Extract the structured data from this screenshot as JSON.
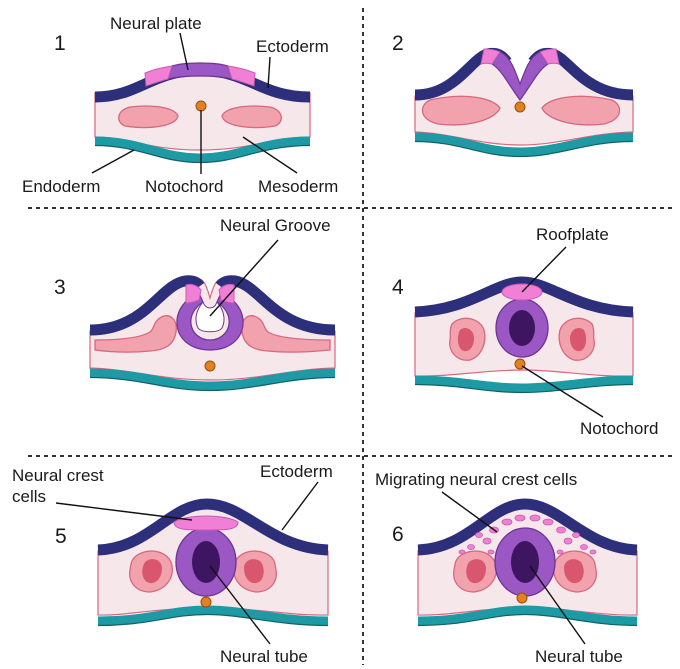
{
  "colors": {
    "ectoderm": "#2d2f7a",
    "neural_plate": "#9b57c4",
    "neural_crest": "#f17fd6",
    "mesoderm_fill": "#f1a2ad",
    "mesoderm_core": "#d9566f",
    "mesoderm_stroke": "#d86780",
    "tissue_bg": "#f6e8ea",
    "endoderm": "#1d9aa3",
    "notochord": "#e3801f",
    "neural_tube_lumen": "#3d1560"
  },
  "panels": {
    "p1": {
      "number": "1",
      "labels": {
        "neural_plate": "Neural plate",
        "ectoderm": "Ectoderm",
        "endoderm": "Endoderm",
        "notochord": "Notochord",
        "mesoderm": "Mesoderm"
      }
    },
    "p2": {
      "number": "2"
    },
    "p3": {
      "number": "3",
      "labels": {
        "neural_groove": "Neural Groove"
      }
    },
    "p4": {
      "number": "4",
      "labels": {
        "roofplate": "Roofplate",
        "notochord": "Notochord"
      }
    },
    "p5": {
      "number": "5",
      "labels": {
        "neural_crest_line1": "Neural crest",
        "neural_crest_line2": "cells",
        "ectoderm": "Ectoderm",
        "neural_tube": "Neural tube"
      }
    },
    "p6": {
      "number": "6",
      "labels": {
        "migrating_neural_crest": "Migrating neural crest cells",
        "neural_tube": "Neural tube"
      }
    }
  }
}
